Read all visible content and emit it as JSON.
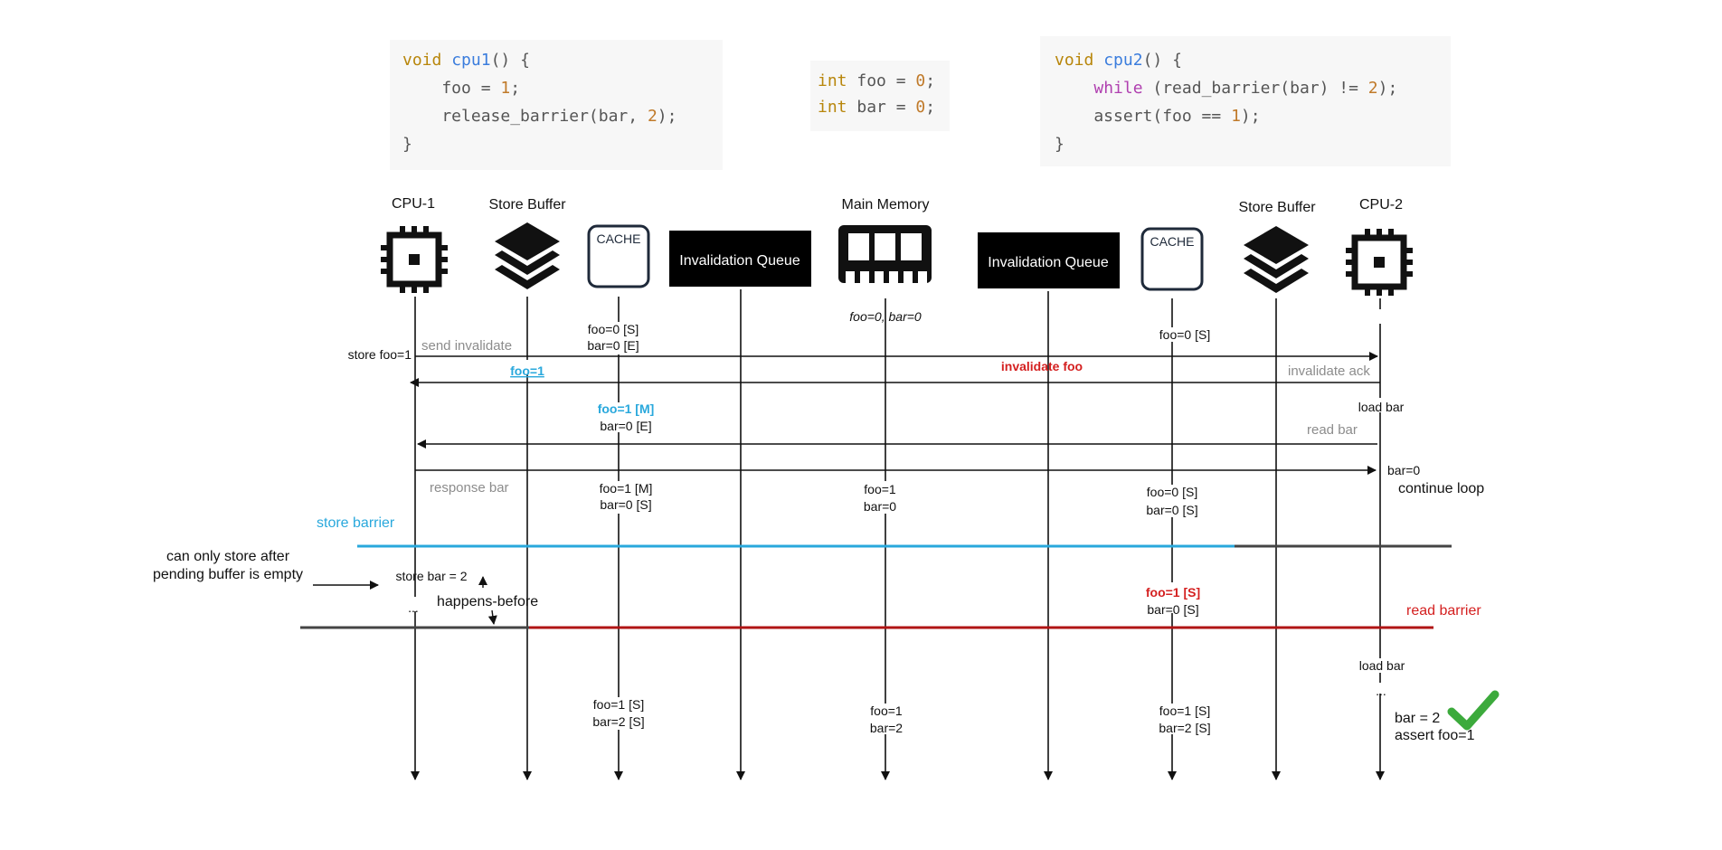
{
  "code": {
    "cpu1": [
      "void cpu1() {",
      "    foo = 1;",
      "    release_barrier(bar, 2);",
      "}"
    ],
    "globals": [
      "int foo = 0;",
      "int bar = 0;"
    ],
    "cpu2": [
      "void cpu2() {",
      "    while (read_barrier(bar) != 2);",
      "    assert(foo == 1);",
      "}"
    ]
  },
  "lanes": {
    "cpu1": "CPU-1",
    "sb1": "Store Buffer",
    "cache1": "CACHE",
    "iq1": "Invalidation Queue",
    "mem": "Main Memory",
    "iq2": "Invalidation Queue",
    "cache2": "CACHE",
    "sb2": "Store Buffer",
    "cpu2": "CPU-2"
  },
  "labels": {
    "mem_init": "foo=0, bar=0",
    "c1_s1a": "foo=0 [S]",
    "c1_s1b": "bar=0 [E]",
    "c2_s1": "foo=0 [S]",
    "store_foo": "store foo=1",
    "send_invalidate": "send invalidate",
    "invalidate_foo": "invalidate foo",
    "sb_foo": "foo=1",
    "invalidate_ack": "invalidate ack",
    "c1_s2a": "foo=1 [M]",
    "c1_s2b": "bar=0 [E]",
    "load_bar_1": "load bar",
    "read_bar": "read bar",
    "bar0": "bar=0",
    "continue_loop": "continue loop",
    "response_bar": "response bar",
    "c1_s3a": "foo=1 [M]",
    "c1_s3b": "bar=0 [S]",
    "mem_s2a": "foo=1",
    "mem_s2b": "bar=0",
    "c2_s2a": "foo=0 [S]",
    "c2_s2b": "bar=0 [S]",
    "store_barrier": "store barrier",
    "note_a": "can only store after",
    "note_b": "pending buffer is empty",
    "store_bar2": "store bar = 2",
    "dots1": "...",
    "happens_before": "happens-before",
    "c2_s3a": "foo=1 [S]",
    "c2_s3b": "bar=0 [S]",
    "read_barrier": "read barrier",
    "load_bar_2": "load bar",
    "dots2": "...",
    "c1_s4a": "foo=1 [S]",
    "c1_s4b": "bar=2 [S]",
    "mem_s3a": "foo=1",
    "mem_s3b": "bar=2",
    "c2_s4a": "foo=1 [S]",
    "c2_s4b": "bar=2 [S]",
    "result_a": "bar = 2",
    "result_b": "assert foo=1"
  },
  "colors": {
    "blue": "#29a8dc",
    "red": "#d42020",
    "green": "#3caa3c",
    "gray_text": "#8c8c8c"
  }
}
